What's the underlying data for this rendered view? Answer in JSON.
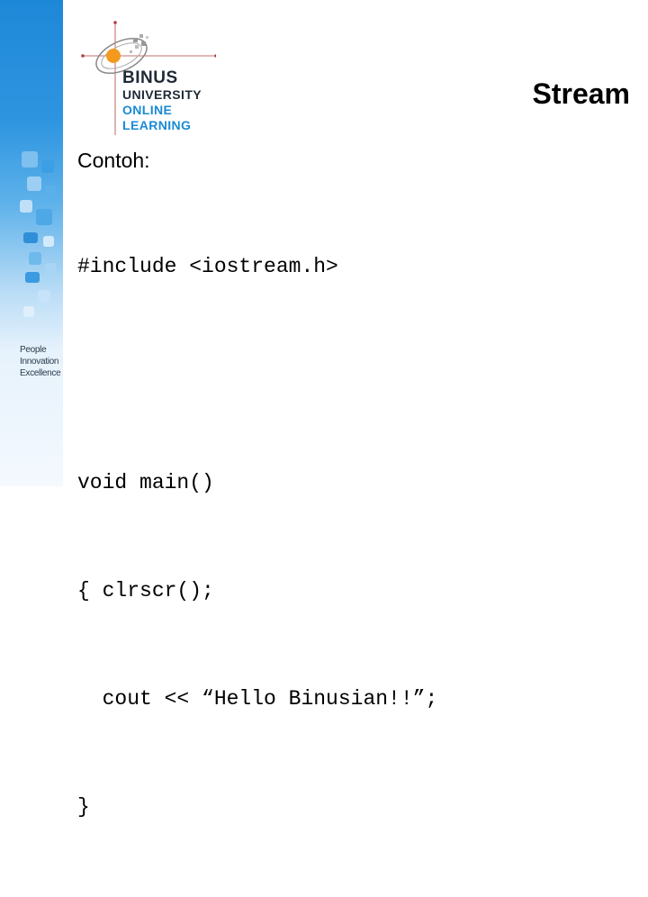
{
  "logo": {
    "line1": "BINUS",
    "line2": "UNIVERSITY",
    "line3": "ONLINE",
    "line4": "LEARNING",
    "colors": {
      "dark": "#1f2a36",
      "blue": "#1a8ad4",
      "orange": "#f39a1e"
    }
  },
  "tagline": [
    "People",
    "Innovation",
    "Excellence"
  ],
  "slide": {
    "title": "Stream",
    "intro": "Contoh:",
    "code_lines": [
      "#include <iostream.h>",
      "",
      "void main()",
      "{ clrscr();",
      "  cout << “Hello Binusian!!”;",
      "}"
    ]
  }
}
